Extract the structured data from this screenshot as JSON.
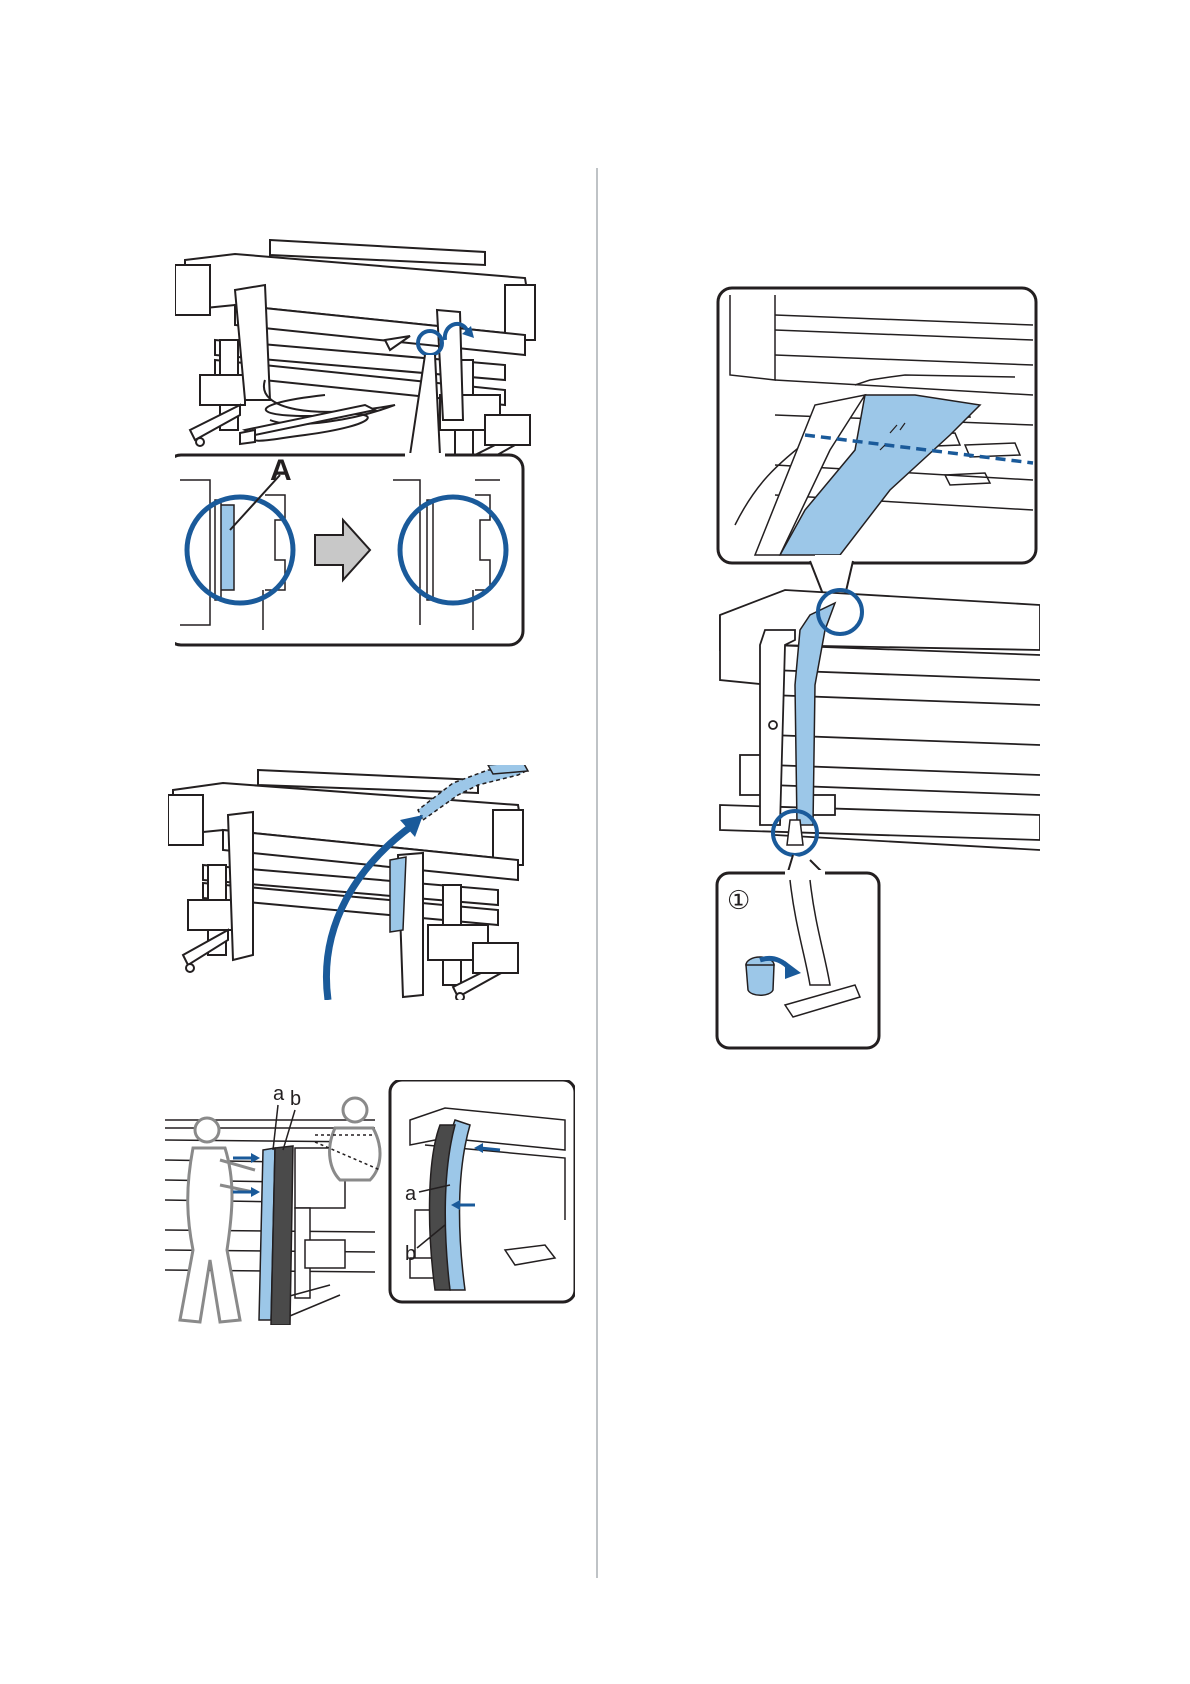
{
  "document": {
    "figures": [
      {
        "id": "take-up-roll-attach",
        "callout_label": "A"
      },
      {
        "id": "media-feed-over-printer"
      },
      {
        "id": "two-person-media-align",
        "labels": {
          "a": "a",
          "b": "b"
        }
      },
      {
        "id": "media-tension-detail",
        "step_label": "①"
      }
    ]
  },
  "colors": {
    "line": "#231f20",
    "accent_blue": "#1a5a9a",
    "media_blue": "#9cc7e8",
    "dark_media": "#4a4a4a",
    "arrow_gray": "#c8c8c8",
    "person_gray": "#8a8a8a"
  }
}
